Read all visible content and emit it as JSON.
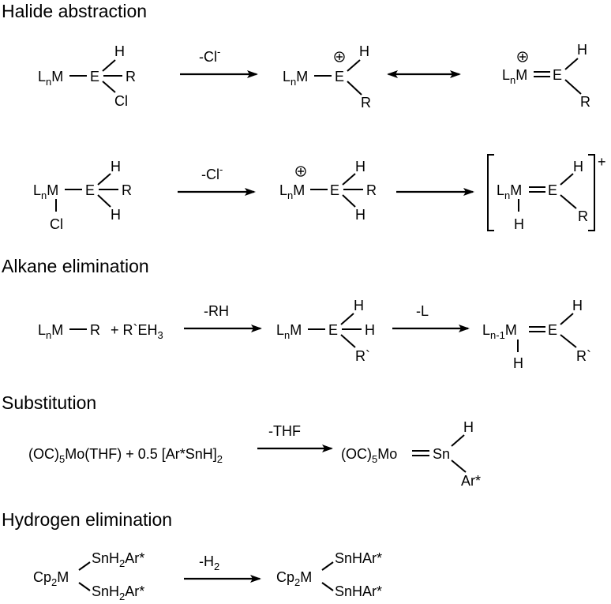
{
  "sections": {
    "halide": "Halide abstraction",
    "alkane": "Alkane elimination",
    "substitution": "Substitution",
    "hydrogen": "Hydrogen elimination"
  },
  "atoms": {
    "L": "L",
    "n": "n",
    "M": "M",
    "E": "E",
    "H": "H",
    "R": "R",
    "Cl": "Cl",
    "Rp": "R`",
    "Ln1": "L",
    "n1": "n-1",
    "Sn": "Sn",
    "ArStar": "Ar*"
  },
  "formulas": {
    "reagent_REH3": "+ R`EH",
    "three": "3",
    "mo_left": "(OC)",
    "five": "5",
    "mo_right": "Mo(THF) + 0.5 [Ar*SnH]",
    "two": "2",
    "mo_prod": "Mo",
    "cp": "Cp",
    "snh2_a": "SnH",
    "arstar_suffix": "Ar*",
    "snhar": "SnHAr*"
  },
  "conditions": {
    "minus_cl": "-Cl",
    "minus_sign": "-",
    "minus_rh": "-RH",
    "minus_l": "-L",
    "minus_thf": "-THF",
    "minus_h": "-H"
  },
  "charges": {
    "plus": "+"
  }
}
